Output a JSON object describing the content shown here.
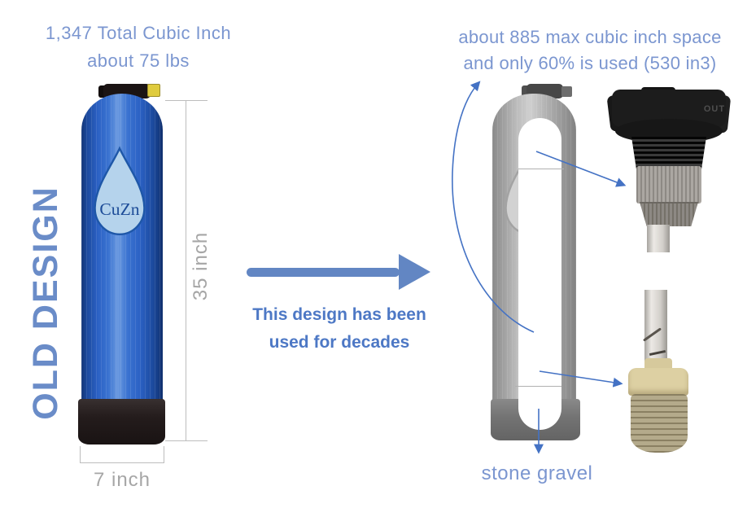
{
  "left_panel": {
    "vertical_label": "OLD DESIGN",
    "stats": {
      "line1": "1,347 Total Cubic Inch",
      "line2": "about 75 lbs"
    },
    "tank": {
      "logo_text": "CuZn"
    },
    "dimensions": {
      "height": "35 inch",
      "width": "7 inch"
    }
  },
  "center": {
    "caption": {
      "line1": "This design has been",
      "line2": "used for decades"
    }
  },
  "right_panel": {
    "heading": {
      "line1": "about 885 max cubic inch space",
      "line2": "and only 60% is used (530 in3)"
    },
    "labels": {
      "stone_gravel": "stone gravel",
      "valve_port": "OUT"
    }
  },
  "colors": {
    "heading_blue": "#7b96d0",
    "caption_blue": "#4d78c5",
    "old_design_blue": "#6a8cc8",
    "pointer_arrow_blue": "#4472c4",
    "big_arrow_blue": "#6286c3",
    "dimension_gray": "#a6a6a6",
    "tank_blue": "#2a5ec0",
    "tank_base_black": "#241c1c",
    "basket_beige": "#ddd0a3"
  }
}
